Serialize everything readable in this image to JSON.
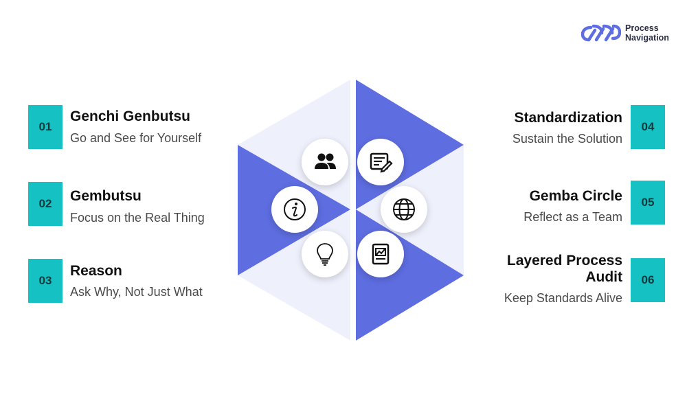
{
  "brand": {
    "line1": "Process",
    "line2": "Navigation",
    "accent": "#5e6de0"
  },
  "colors": {
    "teal": "#16c1c3",
    "hex_dark": "#5e6de0",
    "hex_light": "#eef0fc"
  },
  "items_left": [
    {
      "number": "01",
      "title": "Genchi Genbutsu",
      "subtitle": "Go and See for Yourself"
    },
    {
      "number": "02",
      "title": "Gembutsu",
      "subtitle": "Focus on the Real Thing"
    },
    {
      "number": "03",
      "title": "Reason",
      "subtitle": "Ask Why, Not Just What"
    }
  ],
  "items_right": [
    {
      "number": "04",
      "title": "Standardization",
      "subtitle": "Sustain the Solution"
    },
    {
      "number": "05",
      "title": "Gemba Circle",
      "subtitle": "Reflect as a Team"
    },
    {
      "number": "06",
      "title_line1": "Layered Process",
      "title_line2": "Audit",
      "subtitle": "Keep Standards Alive"
    }
  ],
  "icons": [
    "team-icon",
    "document-edit-icon",
    "globe-icon",
    "report-chart-icon",
    "lightbulb-icon",
    "info-icon"
  ]
}
